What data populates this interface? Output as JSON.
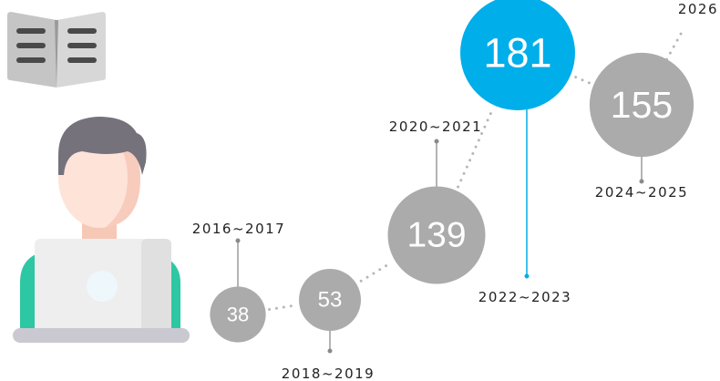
{
  "chart_data": {
    "type": "bubble-timeline",
    "categories": [
      "2016~2017",
      "2018~2019",
      "2020~2021",
      "2022~2023",
      "2024~2025",
      "2026"
    ],
    "values": [
      38,
      53,
      139,
      181,
      155,
      null
    ],
    "highlight_index": 3,
    "xlabel": "",
    "ylabel": ""
  },
  "icons": {
    "book": "open-book-icon",
    "person": "person-at-laptop-icon"
  },
  "colors": {
    "bubble": "#ababab",
    "highlight": "#00aeea",
    "connector": "#b7b7b7",
    "label": "#222222"
  }
}
